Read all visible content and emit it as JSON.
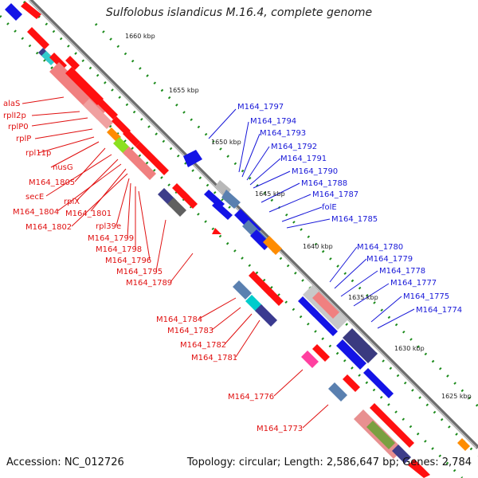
{
  "title": "Sulfolobus islandicus M.16.4, complete genome",
  "footer": {
    "accession": "Accession: NC_012726",
    "summary": "Topology: circular; Length: 2,586,647 bp; Genes: 2,784"
  },
  "scale_labels": [
    "1660 kbp",
    "1655 kbp",
    "1650 kbp",
    "1645 kbp",
    "1640 kbp",
    "1635 kbp",
    "1630 kbp",
    "1625 kbp"
  ],
  "red_labels": [
    "alaS",
    "rplI2p",
    "rplP0",
    "rplP",
    "rpl11p",
    "nusG",
    "M164_1805",
    "secE",
    "rplX",
    "M164_1804",
    "M164_1801",
    "M164_1802",
    "rpl39e",
    "M164_1799",
    "M164_1798",
    "M164_1796",
    "M164_1795",
    "M164_1789",
    "M164_1784",
    "M164_1783",
    "M164_1782",
    "M164_1781",
    "M164_1776",
    "M164_1773"
  ],
  "blue_labels": [
    "M164_1797",
    "M164_1794",
    "M164_1793",
    "M164_1792",
    "M164_1791",
    "M164_1790",
    "M164_1788",
    "M164_1787",
    "folE",
    "M164_1785",
    "M164_1780",
    "M164_1779",
    "M164_1778",
    "M164_1777",
    "M164_1775",
    "M164_1774"
  ],
  "colors": {
    "forward_genes": "#ff1010",
    "reverse_genes": "#1414e6",
    "backbone": "#888888",
    "tick_dots": "#1a8a1a"
  }
}
